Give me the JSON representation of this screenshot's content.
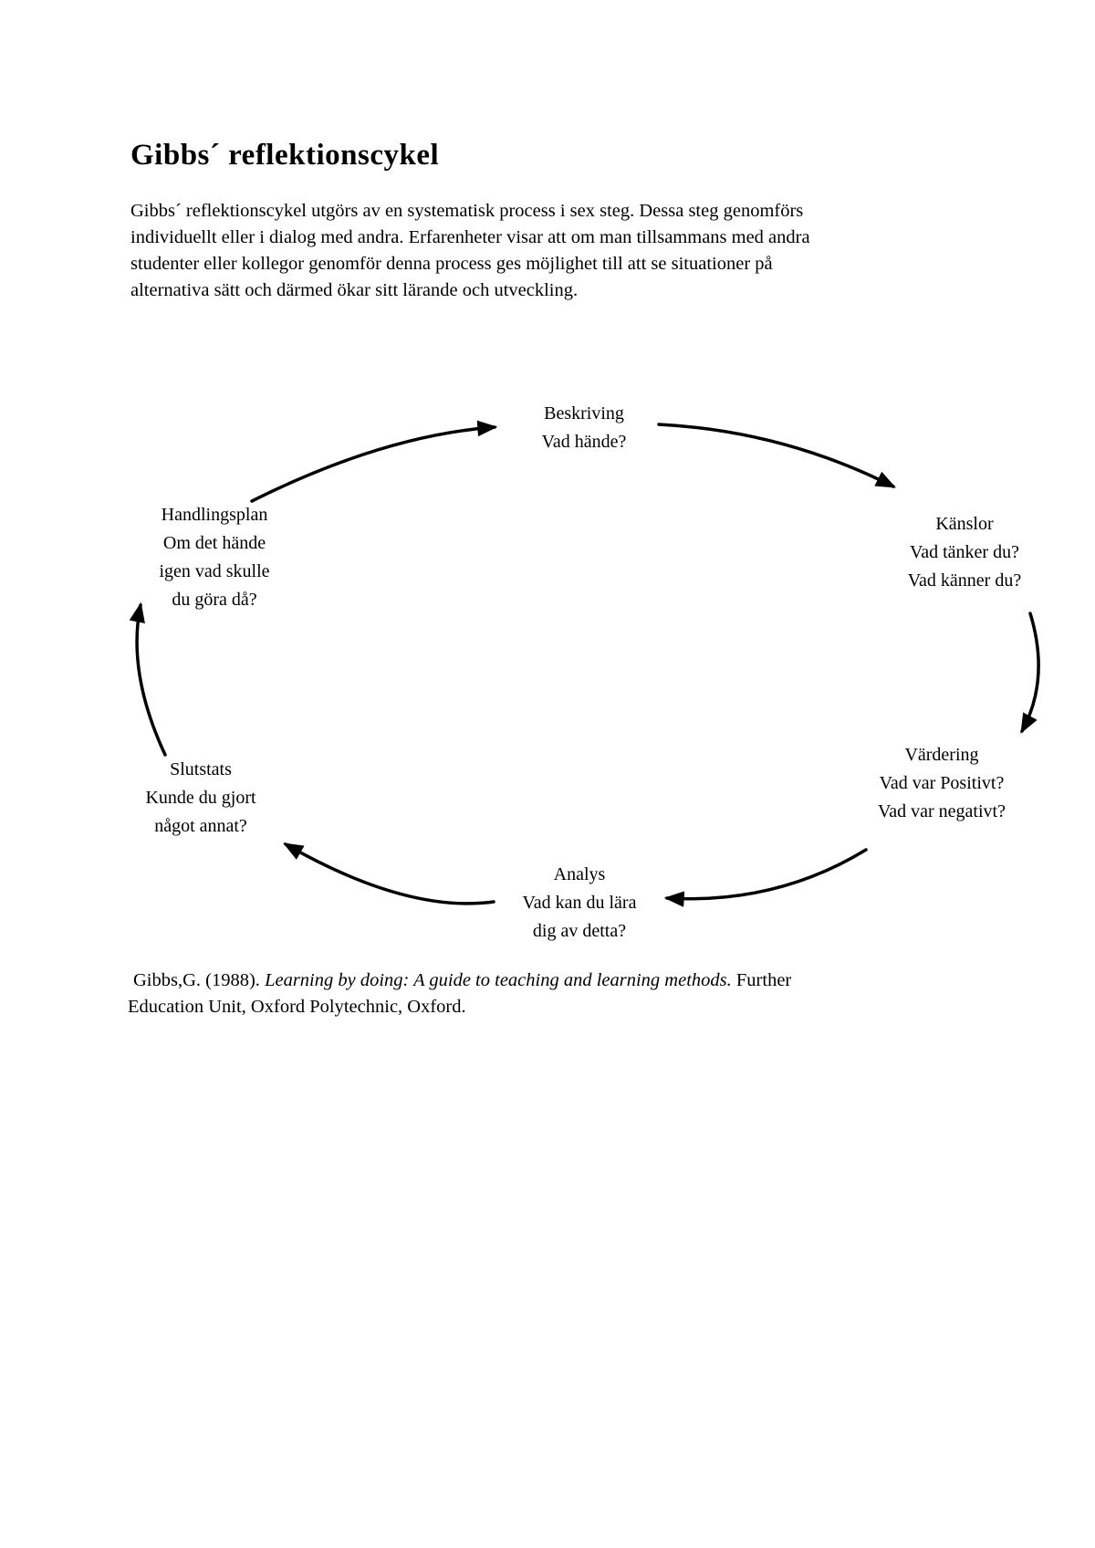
{
  "page": {
    "title": "Gibbs´ reflektionscykel",
    "intro_lines": [
      "Gibbs´ reflektionscykel utgörs av en systematisk process i sex steg. Dessa steg genomförs",
      "individuellt eller i dialog med andra. Erfarenheter visar att om man tillsammans med andra",
      "studenter eller kollegor genomför denna process ges möjlighet till att se situationer på",
      "alternativa sätt och därmed ökar sitt lärande och utveckling."
    ]
  },
  "diagram": {
    "type": "cycle",
    "arrow_color": "#000000",
    "nodes": [
      {
        "id": "beskriving",
        "lines": [
          "Beskriving",
          "Vad hände?"
        ]
      },
      {
        "id": "kanslor",
        "lines": [
          "Känslor",
          "Vad tänker du?",
          "Vad känner du?"
        ]
      },
      {
        "id": "vardering",
        "lines": [
          "Värdering",
          "Vad var Positivt?",
          "Vad var negativt?"
        ]
      },
      {
        "id": "analys",
        "lines": [
          "Analys",
          "Vad kan du lära",
          "dig av detta?"
        ]
      },
      {
        "id": "slutstats",
        "lines": [
          "Slutstats",
          "Kunde du gjort",
          "något annat?"
        ]
      },
      {
        "id": "handlingsplan",
        "lines": [
          "Handlingsplan",
          "Om det hände",
          "igen vad skulle",
          "du göra då?"
        ]
      }
    ],
    "flow_order": [
      "Beskriving",
      "Känslor",
      "Värdering",
      "Analys",
      "Slutstats",
      "Handlingsplan"
    ]
  },
  "citation": {
    "line1_prefix": "Gibbs,G. (1988). ",
    "line1_italic": "Learning by doing: A guide to teaching and learning methods.",
    "line1_suffix": " Further",
    "line2": "Education Unit, Oxford Polytechnic, Oxford."
  }
}
